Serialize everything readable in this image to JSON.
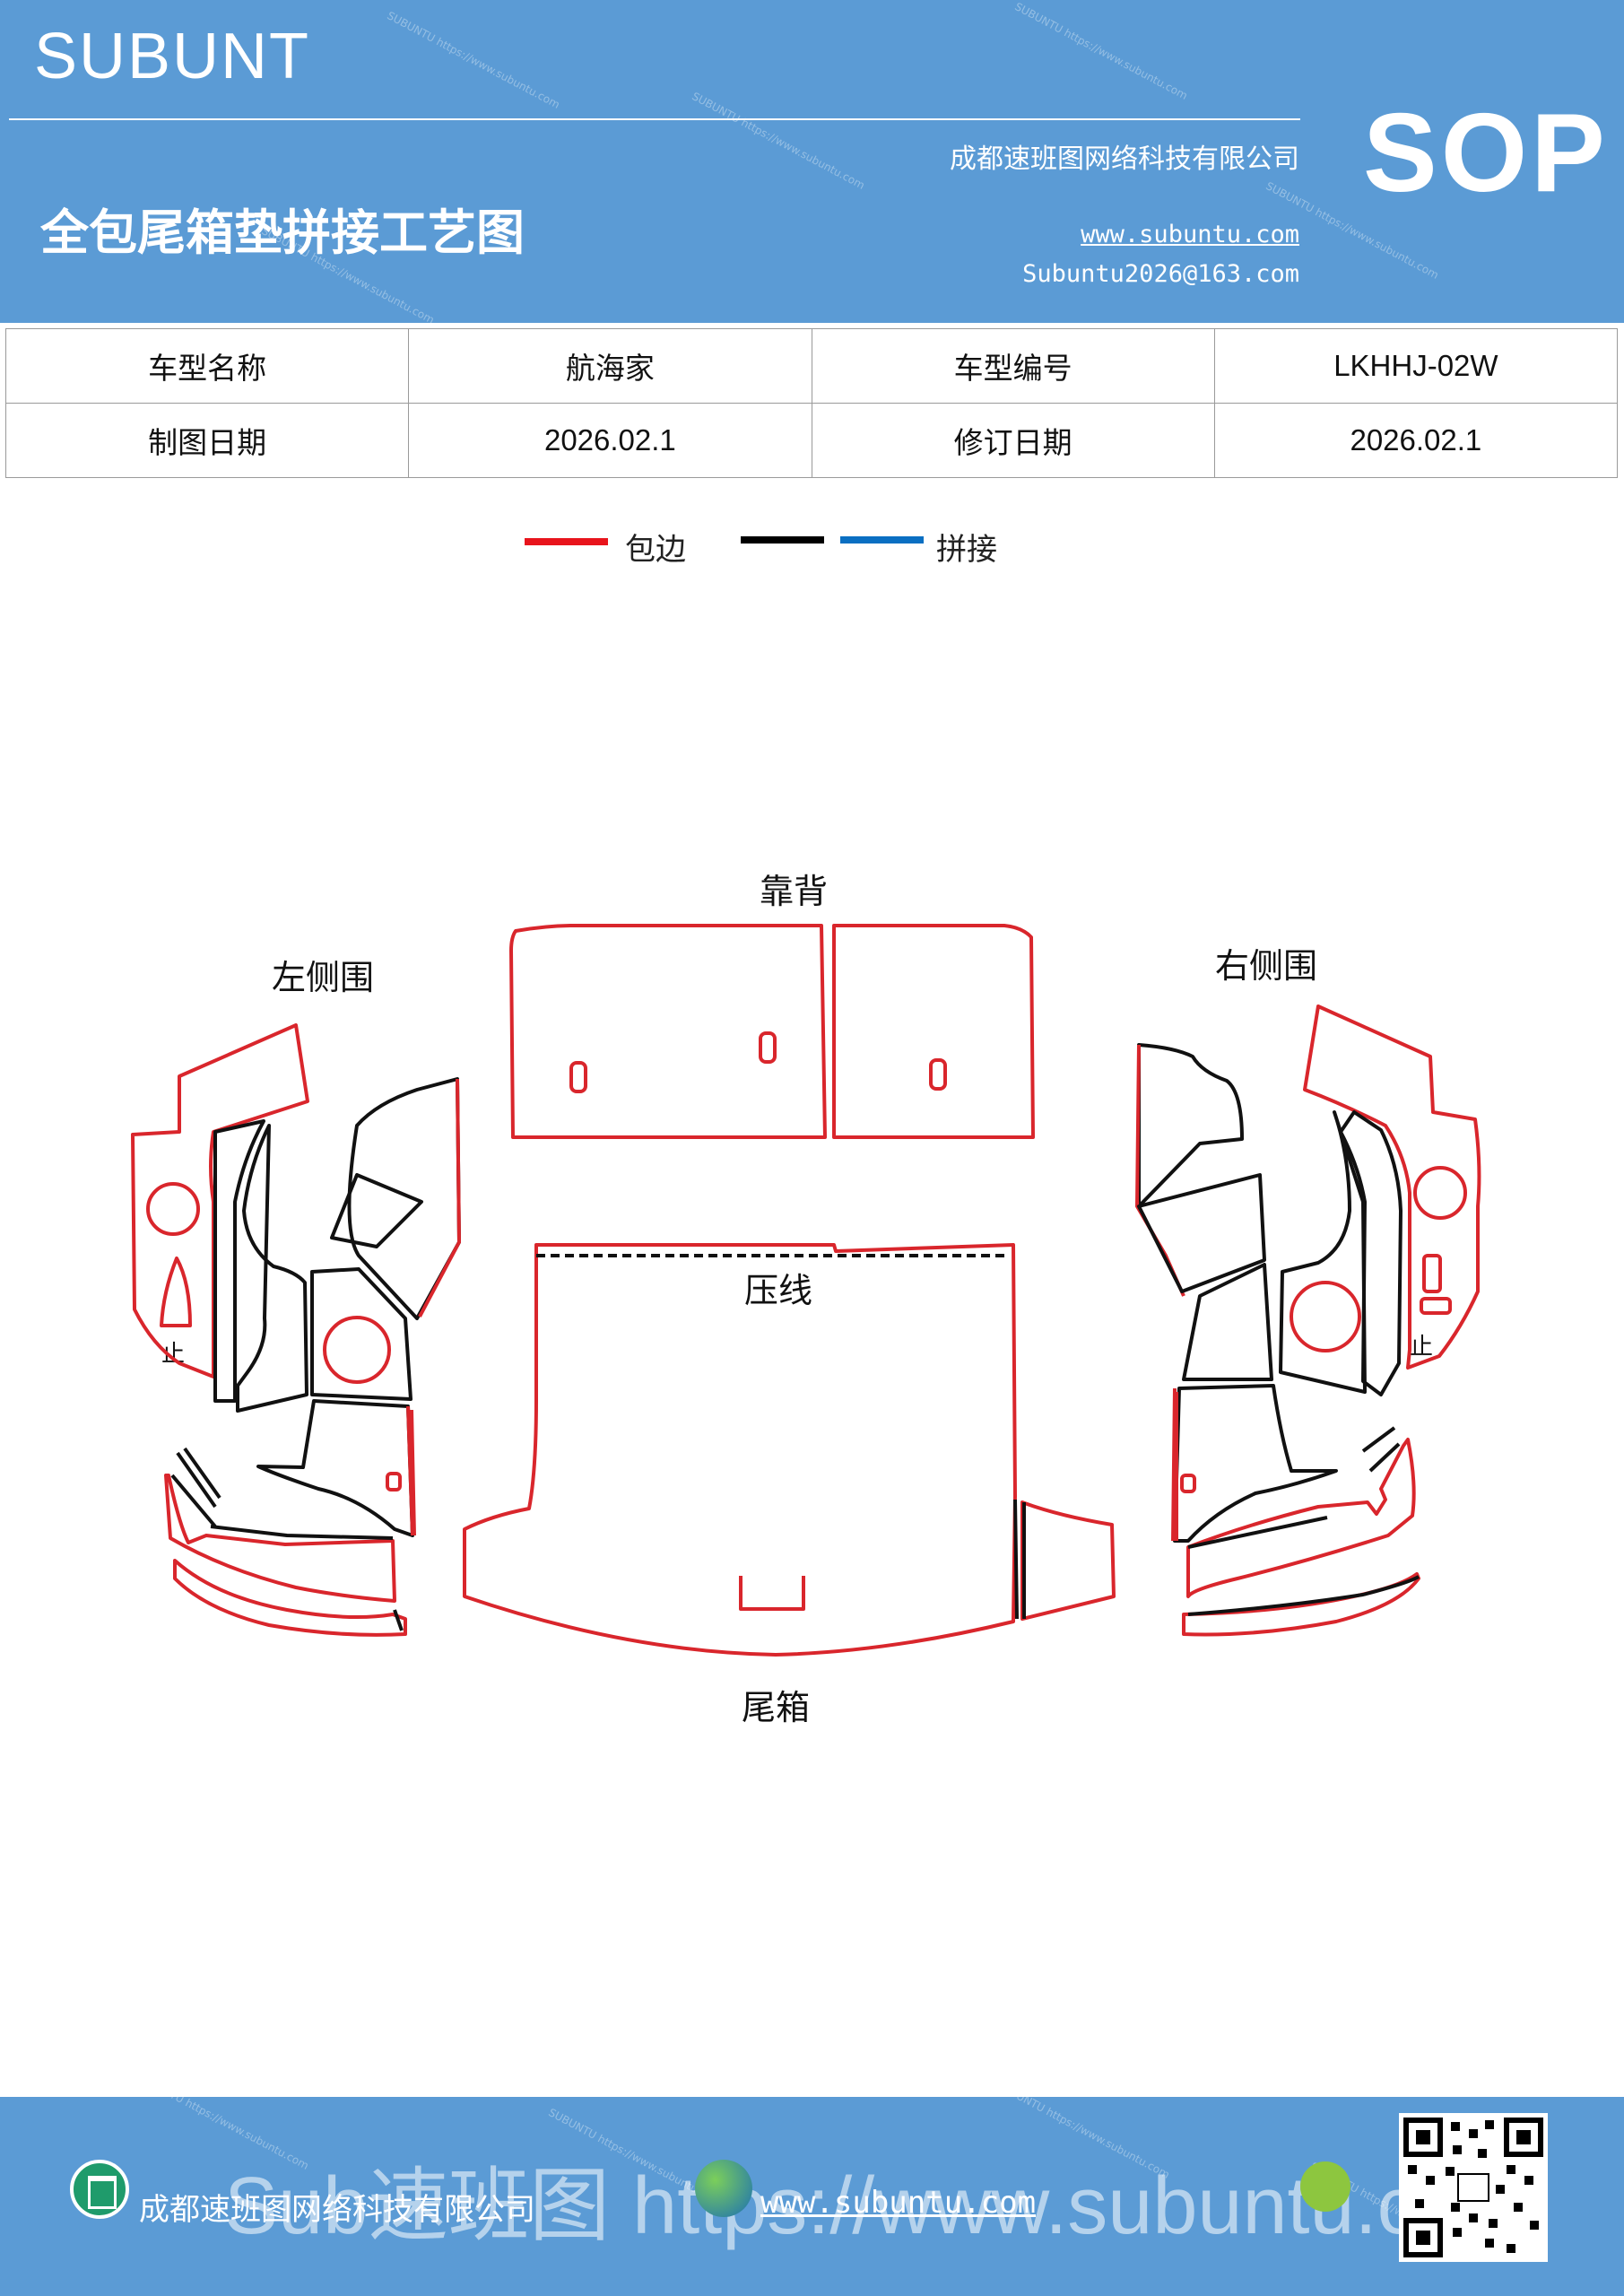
{
  "header": {
    "brand": "SUBUNT",
    "title": "全包尾箱垫拼接工艺图",
    "sop": "SOP",
    "company": "成都速班图网络科技有限公司",
    "website": "www.subuntu.com",
    "email": "Subuntu2026@163.com"
  },
  "info_table": {
    "rows": [
      [
        "车型名称",
        "航海家",
        "车型编号",
        "LKHHJ-02W"
      ],
      [
        "制图日期",
        "2026.02.1",
        "修订日期",
        "2026.02.1"
      ]
    ]
  },
  "legend": {
    "items": [
      {
        "label": "包边",
        "color": "#e8141c"
      },
      {
        "label": "",
        "color": "#000000"
      },
      {
        "label": "拼接",
        "color": "#0a6fc2"
      }
    ]
  },
  "diagram": {
    "labels": {
      "backrest": "靠背",
      "left_side": "左侧围",
      "right_side": "右侧围",
      "press_line": "压线",
      "trunk": "尾箱",
      "stop_left": "止",
      "stop_right": "止"
    },
    "colors": {
      "edge": "#d9262c",
      "seam": "#111111"
    }
  },
  "footer": {
    "company": "成都速班图网络科技有限公司",
    "website": "www.subuntu.com",
    "banner": "Sub速班图 https://www.subuntu.com"
  }
}
